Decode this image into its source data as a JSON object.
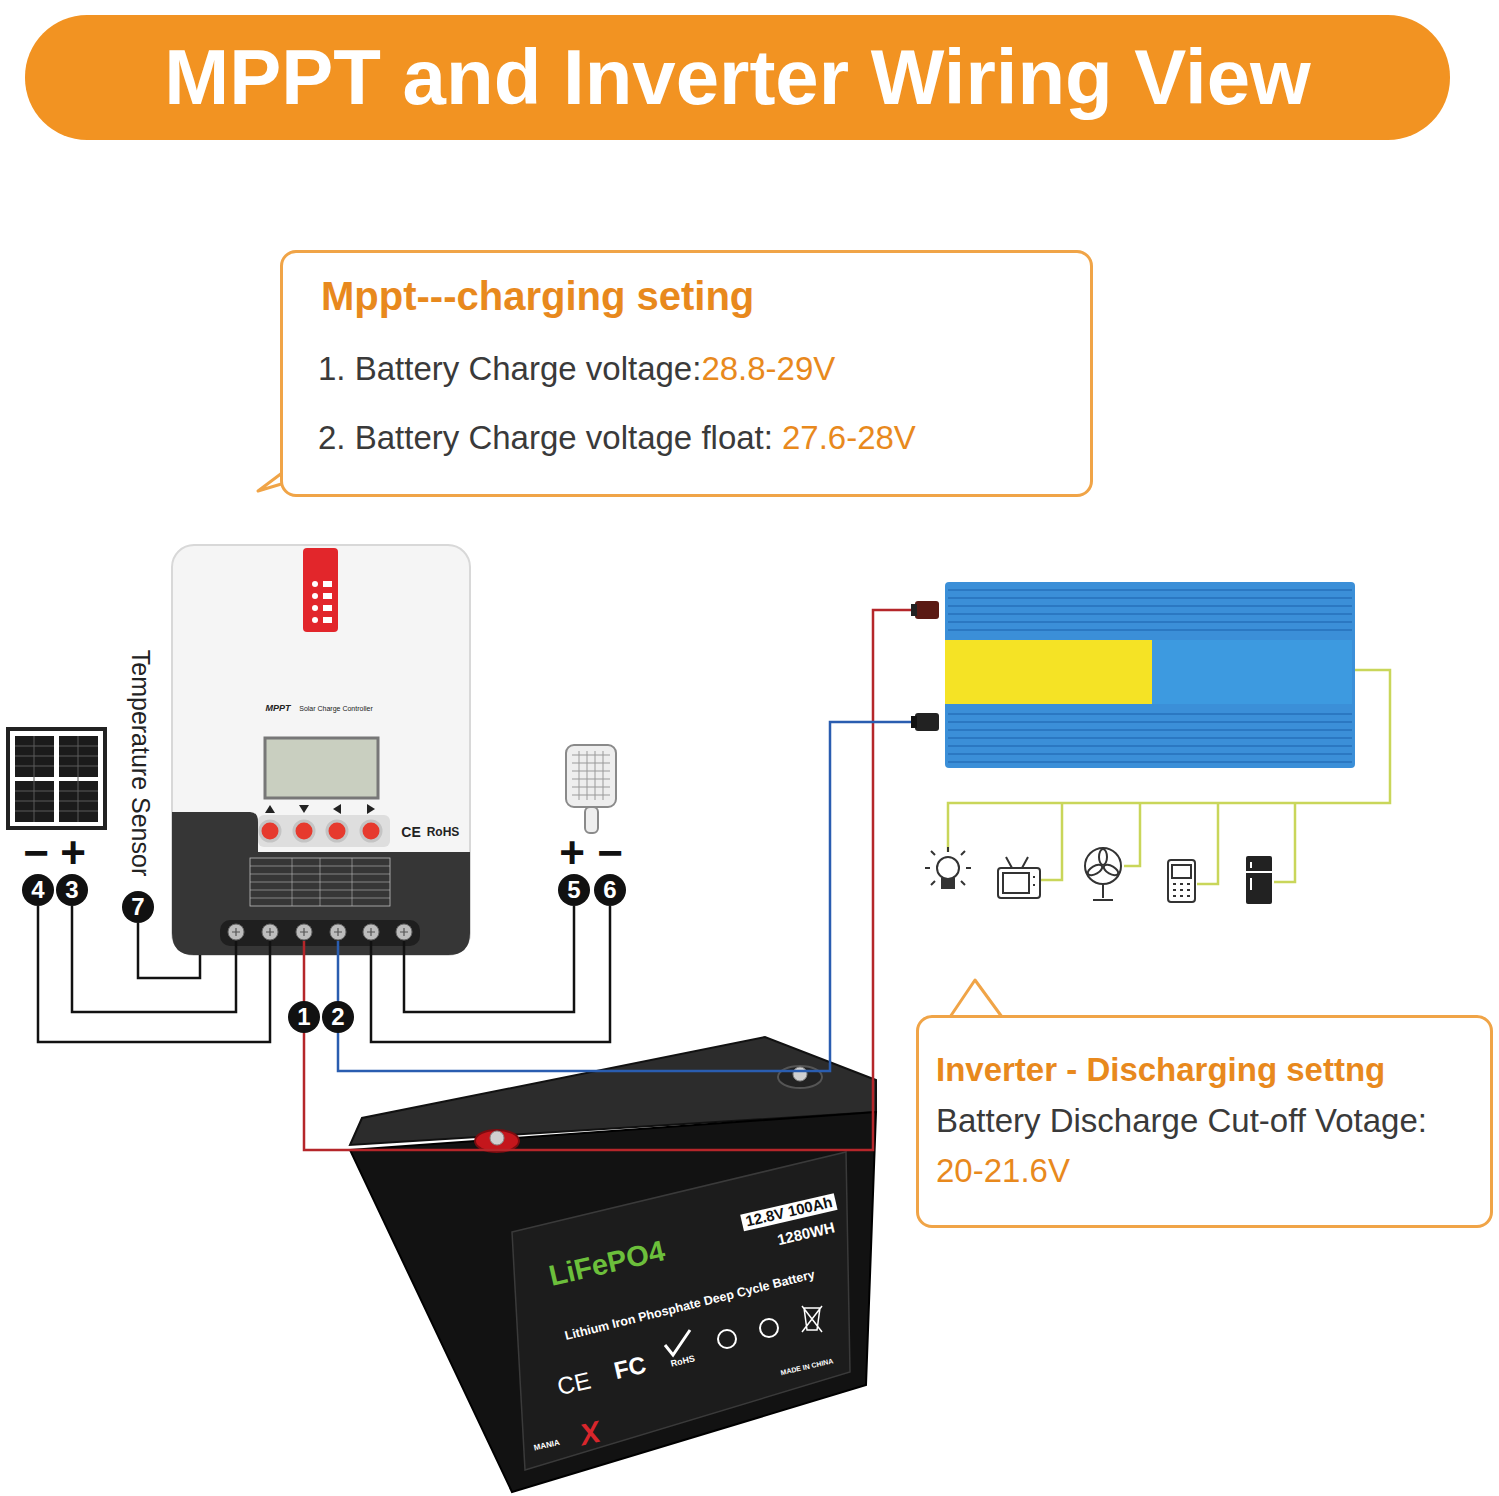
{
  "diagram": {
    "title": "MPPT and Inverter Wiring View",
    "nodes": [
      {
        "text": [
          "Mppt---charging seting",
          "1. Battery Charge voltage:",
          "28.8-29V",
          "2. Battery Charge voltage float:",
          "27.6-28V"
        ]
      },
      {
        "text": [
          "Inverter - Discharging settng",
          "Battery Discharge Cut-off Votage:",
          "20-21.6V"
        ]
      }
    ],
    "labels": [
      "−",
      "+",
      "4",
      "3",
      "Temperature Sensor",
      "7",
      "MPPT",
      "Solar Charge Controller",
      "CE",
      "RoHS",
      "1",
      "2",
      "+",
      "−",
      "5",
      "6",
      "12.8V 100Ah",
      "1280WH",
      "LiFePO4",
      "Lithium Iron Phosphate Deep Cycle Battery",
      "CE",
      "FC",
      "RoHS",
      "MADE IN CHINA",
      "MANIA",
      "X"
    ]
  }
}
